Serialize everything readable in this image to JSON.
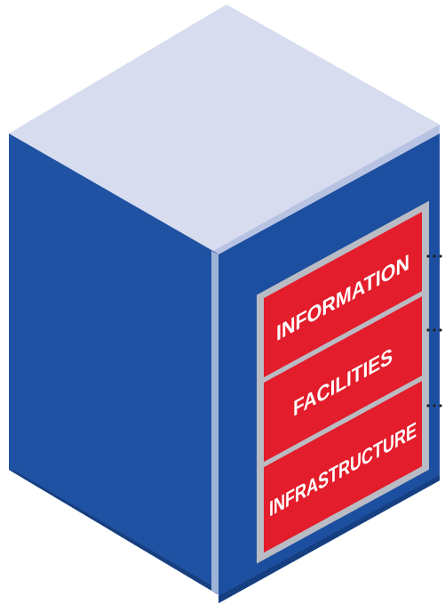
{
  "labels": {
    "layer_1": "INFORMATION",
    "layer_2": "FACILITIES",
    "layer_3": "INFRASTRUCTURE"
  },
  "colors": {
    "top_face": "#d7dcef",
    "left_face": "#1f52a2",
    "right_face": "#1d4fa0",
    "edge_highlight": "#9fb2d8",
    "panel_frame": "#b9bcc4",
    "label_fill": "#e31d2b",
    "label_text": "#ffffff",
    "connector_dots": "#222222"
  }
}
